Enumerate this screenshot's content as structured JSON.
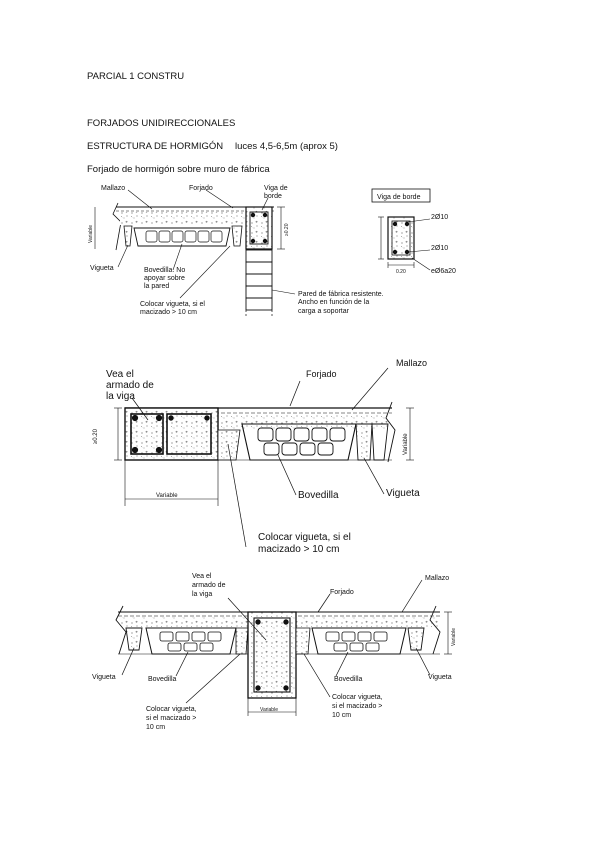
{
  "doc": {
    "title": "PARCIAL 1 CONSTRU",
    "section": "FORJADOS UNIDIRECCIONALES",
    "subsection": "ESTRUCTURA DE HORMIGÓN",
    "span_note": "luces 4,5-6,5m (aprox 5)",
    "heading": "Forjado de hormigón sobre muro de fábrica"
  },
  "fig1": {
    "mallazo": "Mallazo",
    "forjado": "Forjado",
    "viga_borde_1": "Viga de",
    "viga_borde_2": "borde",
    "variable": "Variable",
    "dim_020": "≥0.20",
    "vigueta": "Vigueta",
    "bov_1": "Bovedilla. No",
    "bov_2": "apoyar sobre",
    "bov_3": "la pared",
    "col_1": "Colocar vigueta, si el",
    "col_2": "macizado > 10 cm",
    "pared_1": "Pared de fábrica resistente.",
    "pared_2": "Ancho en función de la",
    "pared_3": "carga a soportar"
  },
  "detail": {
    "title": "Viga de borde",
    "bar_top": "2Ø10",
    "bar_bottom": "2Ø10",
    "width": "0.20",
    "stirrups": "eØ6a20"
  },
  "fig2": {
    "vea_1": "Vea el",
    "vea_2": "armado de",
    "vea_3": "la viga",
    "forjado": "Forjado",
    "mallazo": "Mallazo",
    "dim_020": "≥0.20",
    "variable_side": "Variable",
    "variable_bottom": "Variable",
    "bovedilla": "Bovedilla",
    "vigueta": "Vigueta",
    "col_1": "Colocar vigueta, si el",
    "col_2": "macizado > 10 cm"
  },
  "fig3": {
    "vea_1": "Vea el",
    "vea_2": "armado de",
    "vea_3": "la viga",
    "forjado": "Forjado",
    "mallazo": "Mallazo",
    "variable_side": "Variable",
    "variable_bottom": "Variable",
    "vigueta_left": "Vigueta",
    "bovedilla_left": "Bovedilla",
    "bovedilla_right": "Bovedilla",
    "vigueta_right": "Vigueta",
    "col_l1": "Colocar vigueta,",
    "col_l2": "si el macizado >",
    "col_l3": "10 cm",
    "col_r1": "Colocar vigueta,",
    "col_r2": "si el macizado >",
    "col_r3": "10 cm"
  }
}
